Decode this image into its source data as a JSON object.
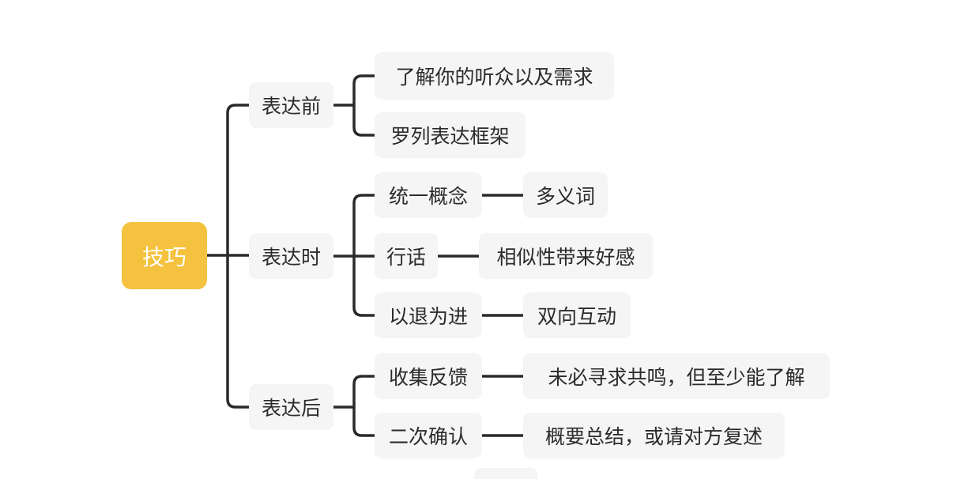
{
  "mindmap": {
    "root": "技巧",
    "branches": [
      {
        "label": "表达前",
        "children": [
          {
            "label": "了解你的听众以及需求"
          },
          {
            "label": "罗列表达框架"
          }
        ]
      },
      {
        "label": "表达时",
        "children": [
          {
            "label": "统一概念",
            "detail": "多义词"
          },
          {
            "label": "行话",
            "detail": "相似性带来好感"
          },
          {
            "label": "以退为进",
            "detail": "双向互动"
          }
        ]
      },
      {
        "label": "表达后",
        "children": [
          {
            "label": "收集反馈",
            "detail": "未必寻求共鸣，但至少能了解"
          },
          {
            "label": "二次确认",
            "detail": "概要总结，或请对方复述"
          }
        ]
      }
    ]
  },
  "colors": {
    "root_fill": "#f4c23e",
    "node_fill": "#f5f5f5",
    "line": "#2a2a2a"
  }
}
